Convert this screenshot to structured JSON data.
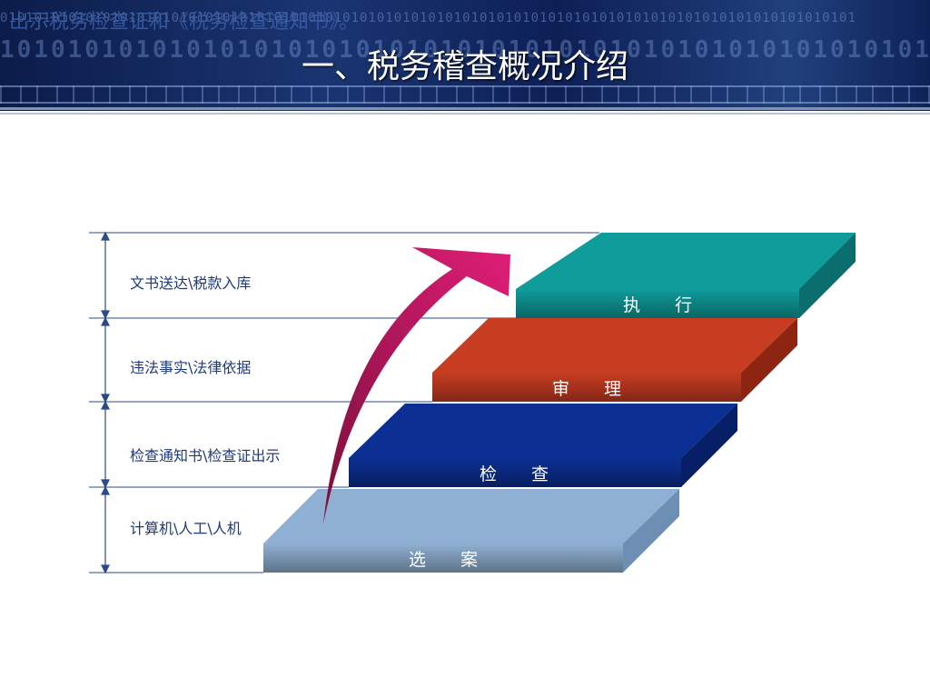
{
  "header": {
    "subtitle": "出示税务检查证和《税务检查通知书》。",
    "title": "一、税务稽查概况介绍",
    "binary_top": "0101010101010101010101010101010101010101010101010101010101010101010101010101010101010101010101010101",
    "binary_mid": "1010101010101010101010101010101010101010101010101010101010"
  },
  "steps": [
    {
      "label": "执　　行",
      "color": "#0f9c9a"
    },
    {
      "label": "审　　理",
      "color": "#c83c22"
    },
    {
      "label": "检　　查",
      "color": "#0b2f93"
    },
    {
      "label": "选　　案",
      "color": "#8fb0d2"
    }
  ],
  "side_labels": [
    "文书送达\\税款入库",
    "违法事实\\法律依据",
    "检查通知书\\检查证出示",
    "计算机\\人工\\人机"
  ]
}
